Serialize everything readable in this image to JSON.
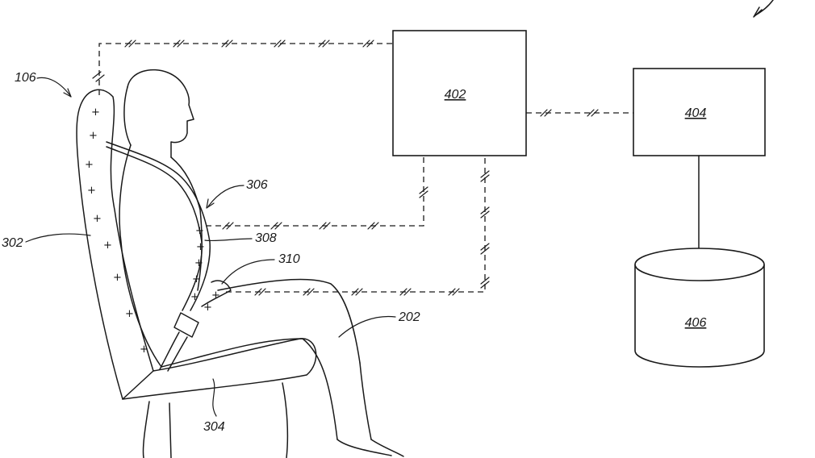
{
  "labels": {
    "ref_106": "106",
    "ref_302": "302",
    "ref_304": "304",
    "ref_306": "306",
    "ref_308": "308",
    "ref_310": "310",
    "ref_202": "202",
    "box_402": "402",
    "box_404": "404",
    "db_406": "406"
  },
  "sensor_marker": "+",
  "connection_marker": "//"
}
